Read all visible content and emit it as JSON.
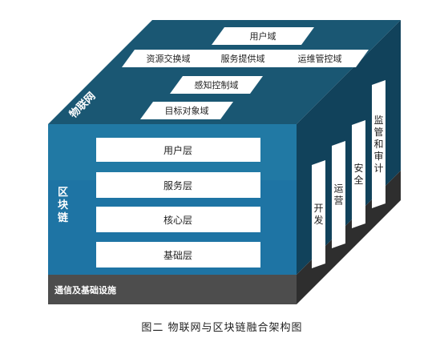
{
  "diagram": {
    "top_face_label": "物联网",
    "iot_domains": [
      "用户域",
      "资源交换域",
      "服务提供域",
      "运维管控域",
      "感知控制域",
      "目标对象域"
    ],
    "blockchain_label": "区块链",
    "blockchain_layers": [
      "用户层",
      "服务层",
      "核心层",
      "基础层"
    ],
    "bottom_layer_label": "通信及基础设施",
    "side_pillars": [
      "开发",
      "运营",
      "安全",
      "监管和审计"
    ]
  },
  "caption": "图二    物联网与区块链融合架构图",
  "colors": {
    "top_face": "#1a5773",
    "top_band": "#2179a4",
    "blockchain_front": "#1e74a4",
    "side_face": "#11425b",
    "bottom_front": "#4d4d4d",
    "bottom_side": "#2e2e2e",
    "box": "#ffffff"
  }
}
